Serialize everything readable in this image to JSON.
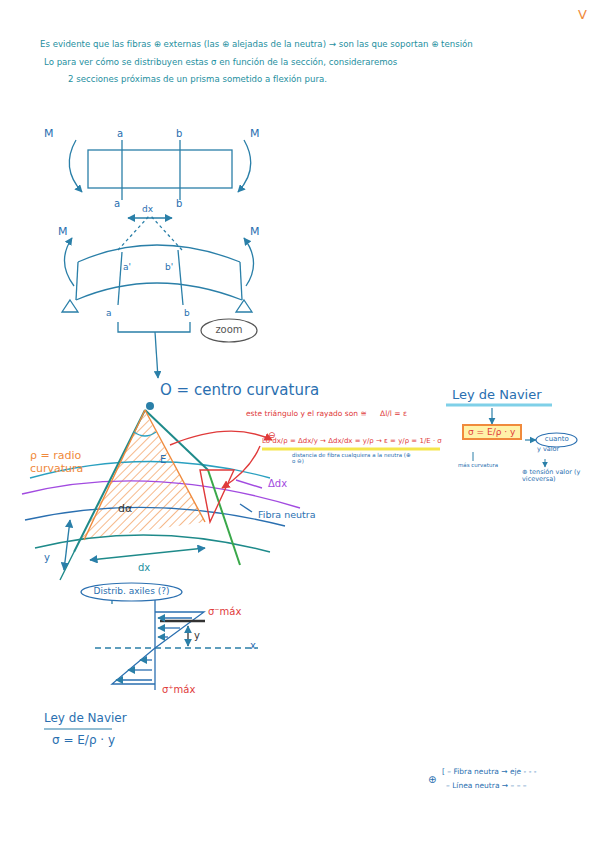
{
  "diagram": {
    "nodes": [
      {
        "text": [
          "zoom"
        ]
      },
      {
        "text": [
          "σ = E/ρ · y"
        ]
      },
      {
        "text": [
          "cuanto"
        ]
      },
      {
        "text": [
          "Distrib. axiles (?)"
        ]
      }
    ],
    "labels": [
      "V",
      "Es evidente que las fibras ⊕ externas (las ⊕ alejadas de la neutra) → son las que soportan ⊕ tensión",
      "Lo para ver cómo se distribuyen estas σ en función de la sección, consideraremos",
      "2 secciones próximas de un prisma sometido a flexión pura.",
      "M",
      "M",
      "a",
      "b",
      "a",
      "b",
      "dx",
      "M",
      "M",
      "a'",
      "b'",
      "a",
      "b",
      "O = centro curvatura",
      "ρ = radio curvatura",
      "dα",
      "E",
      "⊖",
      "este triángulo y el rayado son ≅",
      "Δl/l = ε",
      "Lo dx/ρ = Δdx/y → Δdx/dx = y/ρ → ε = y/ρ = 1/E · σ",
      "distancia de fibra cualquiera a la neutra (⊕ o ⊖)",
      "Ley de Navier",
      "más curvatura",
      "y valor",
      "⊕ tensión valor (y viceversa)",
      "Δdx",
      "Fibra neutra",
      "y",
      "dx",
      "σ⁻máx",
      "y",
      "x",
      "σ⁺máx",
      "Ley de Navier",
      "σ = E/ρ · y",
      "⊕",
      "[ – Fibra neutra → eje - - -",
      "– Línea neutra → – – –"
    ]
  }
}
